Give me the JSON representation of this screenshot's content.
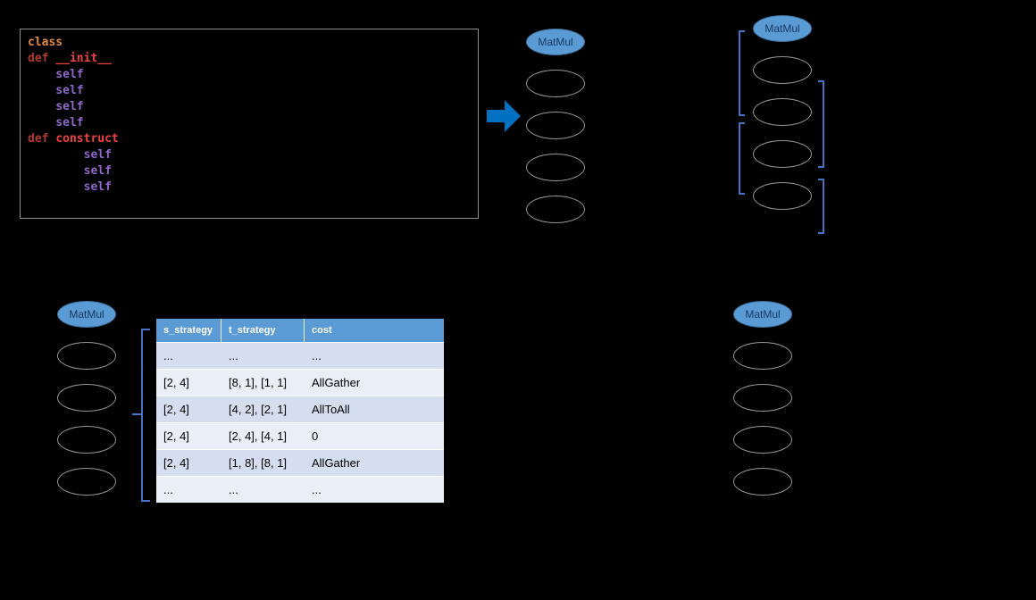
{
  "colors": {
    "background": "#000000",
    "arrow": "#0070C0",
    "node_fill": "#5B9BD5",
    "node_stroke": "#41719C",
    "node_label": "#17375E",
    "ellipse_stroke": "#969696",
    "bracket": "#4472C4",
    "code_border": "#909090",
    "table_header_bg": "#5B9BD5",
    "table_header_text": "#FFFFFF",
    "table_row_dark": "#D5DEEF",
    "table_row_light": "#EAEFF7",
    "table_text": "#000000",
    "table_grid": "#FFFFFF"
  },
  "code": {
    "lines": [
      {
        "tokens": [
          {
            "t": "class",
            "c": "#E0883C"
          }
        ]
      },
      {
        "tokens": [
          {
            "t": "def ",
            "c": "#B03A2E"
          },
          {
            "t": "__init__",
            "c": "#F04040"
          }
        ]
      },
      {
        "tokens": [
          {
            "t": "    self",
            "c": "#9166CB"
          }
        ]
      },
      {
        "tokens": [
          {
            "t": "    self",
            "c": "#9166CB"
          }
        ]
      },
      {
        "tokens": [
          {
            "t": "    self",
            "c": "#9166CB"
          }
        ]
      },
      {
        "tokens": [
          {
            "t": "    self",
            "c": "#9166CB"
          }
        ]
      },
      {
        "tokens": [
          {
            "t": "def ",
            "c": "#B03A2E"
          },
          {
            "t": "construct",
            "c": "#F04040"
          }
        ]
      },
      {
        "tokens": [
          {
            "t": "        self",
            "c": "#9166CB"
          }
        ]
      },
      {
        "tokens": [
          {
            "t": "        self",
            "c": "#9166CB"
          }
        ]
      },
      {
        "tokens": [
          {
            "t": "        self",
            "c": "#9166CB"
          }
        ]
      }
    ]
  },
  "graphs": [
    {
      "id": "top-middle",
      "head": "MatMul",
      "empty_count": 4
    },
    {
      "id": "top-right",
      "head": "MatMul",
      "empty_count": 4
    },
    {
      "id": "bottom-left",
      "head": "MatMul",
      "empty_count": 4
    },
    {
      "id": "bottom-right",
      "head": "MatMul",
      "empty_count": 4
    }
  ],
  "table": {
    "headers": [
      "s_strategy",
      "t_strategy",
      "cost"
    ],
    "rows": [
      [
        "...",
        "...",
        "..."
      ],
      [
        "[2, 4]",
        "[8, 1], [1, 1]",
        "AllGather"
      ],
      [
        "[2, 4]",
        "[4, 2], [2, 1]",
        "AllToAll"
      ],
      [
        "[2, 4]",
        "[2, 4], [4, 1]",
        "0"
      ],
      [
        "[2, 4]",
        "[1, 8], [8, 1]",
        "AllGather"
      ],
      [
        "...",
        "...",
        "..."
      ]
    ]
  }
}
